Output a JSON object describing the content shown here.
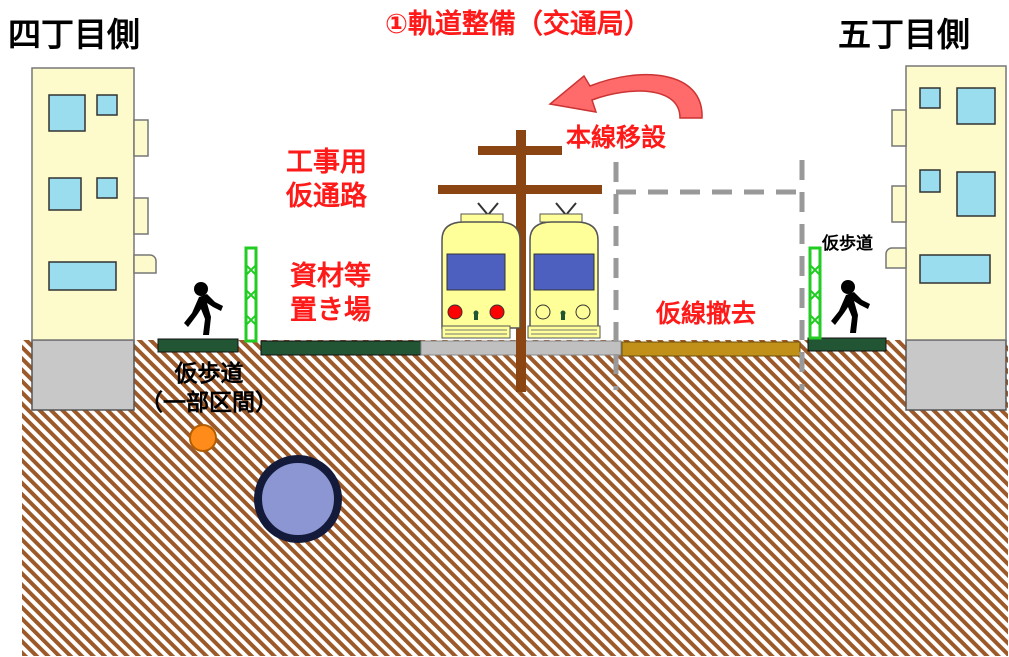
{
  "title": "①軌道整備（交通局）",
  "left_side_label": "四丁目側",
  "right_side_label": "五丁目側",
  "main_line_relocation": "本線移設",
  "construction_road": "工事用\n仮通路",
  "material_yard": "資材等\n置き場",
  "temp_line_removal": "仮線撤去",
  "temp_walkway_left": "仮歩道\n（一部区間）",
  "temp_walkway_right": "仮歩道",
  "colors": {
    "title_red": "#ff1a1a",
    "ground_hatch": "#9c5a2a",
    "building": "#fdfbcb",
    "window": "#99ddee",
    "tram_body": "#ffff99",
    "tram_window": "#4d5fbf",
    "pole": "#8b4513",
    "green_fence": "#22cc22",
    "pipe_fill": "#8c96d2",
    "orange_pipe": "#ff8c1a",
    "walkway": "#225533",
    "temp_track": "#c09018",
    "track": "#c0c0c0"
  }
}
